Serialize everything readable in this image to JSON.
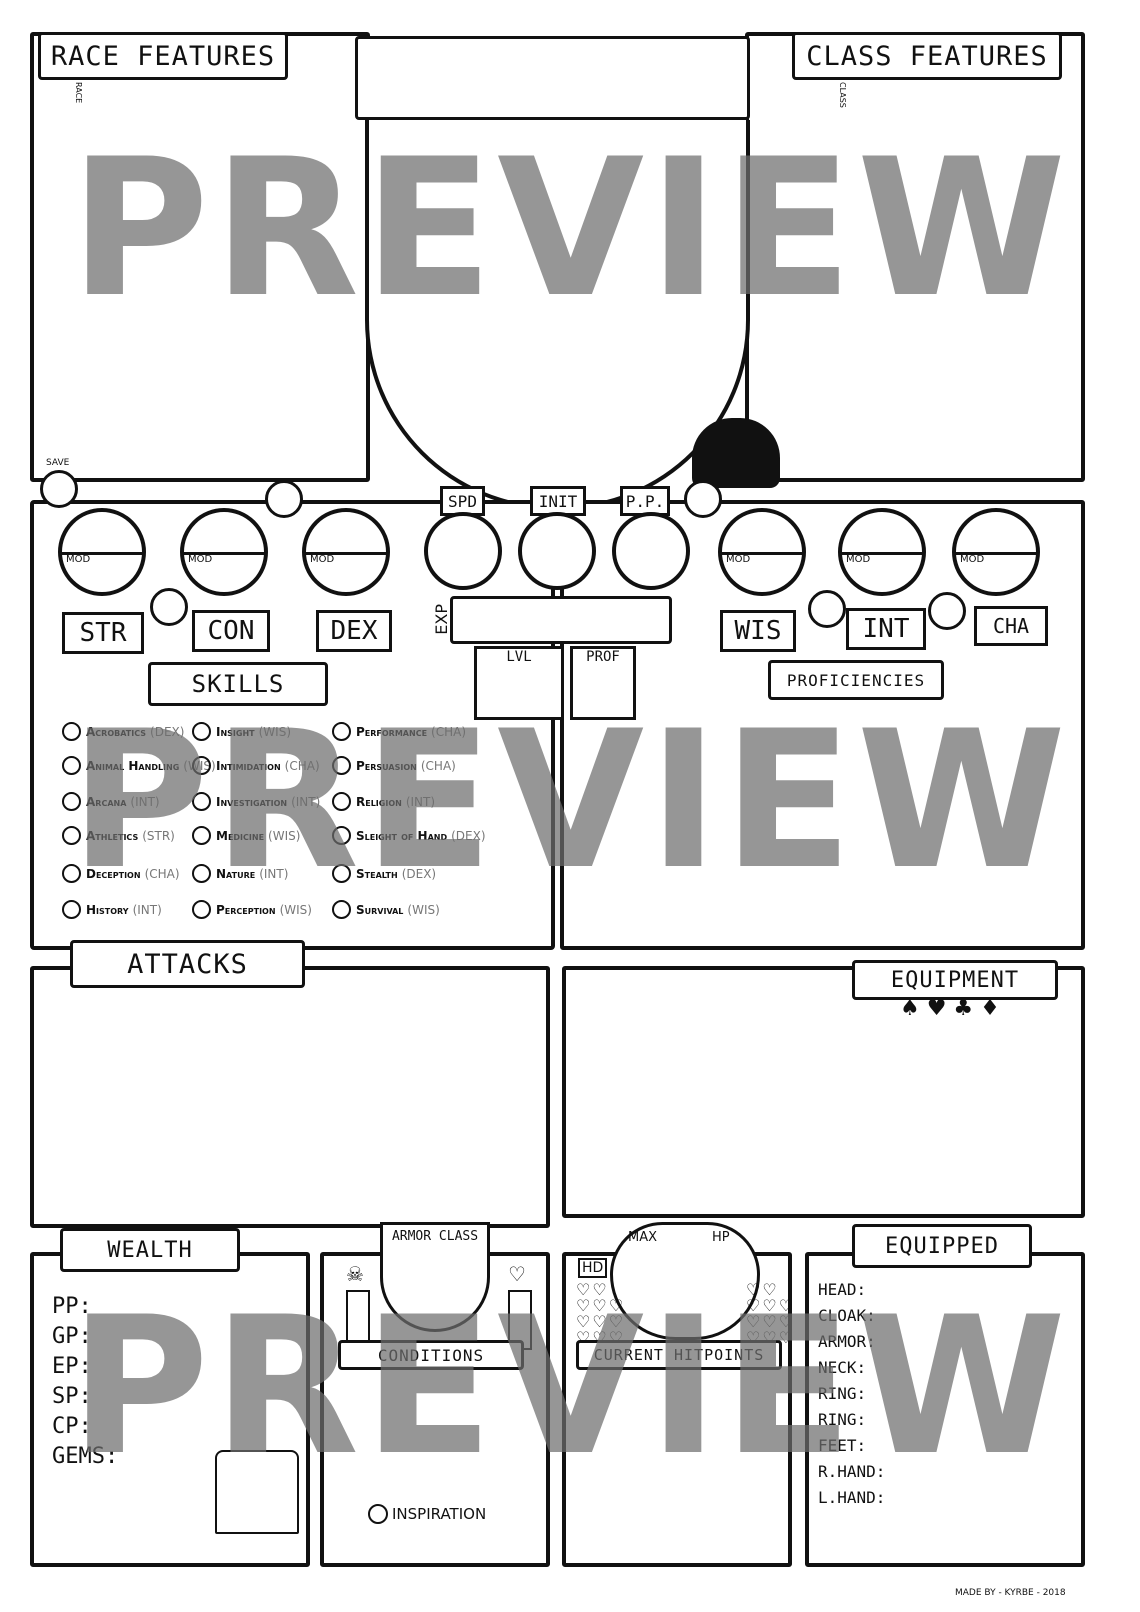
{
  "sections": {
    "race_features": "RACE FEATURES",
    "race_tag": "RACE",
    "class_features": "CLASS FEATURES",
    "class_tag": "CLASS",
    "skills": "SKILLS",
    "proficiencies": "PROFICIENCIES",
    "attacks": "ATTACKS",
    "equipment": "EQUIPMENT",
    "wealth": "WEALTH",
    "armor_class": "ARMOR CLASS",
    "conditions": "CONDITIONS",
    "max": "MAX",
    "hp": "HP",
    "hd": "HD",
    "current_hitpoints": "CURRENT HITPOINTS",
    "equipped": "EQUIPPED",
    "inspiration": "INSPIRATION"
  },
  "abilities": {
    "str": "STR",
    "con": "CON",
    "dex": "DEX",
    "wis": "WIS",
    "int": "INT",
    "cha": "CHA",
    "mod": "MOD",
    "save": "SAVE"
  },
  "stats": {
    "spd": "SPD",
    "init": "INIT",
    "pp": "P.P.",
    "exp": "EXP",
    "lvl": "LVL",
    "prof": "PROF"
  },
  "skills": [
    {
      "name": "Acrobatics",
      "ab": "(DEX)"
    },
    {
      "name": "Animal Handling",
      "ab": "(WIS)"
    },
    {
      "name": "Arcana",
      "ab": "(INT)"
    },
    {
      "name": "Athletics",
      "ab": "(STR)"
    },
    {
      "name": "Deception",
      "ab": "(CHA)"
    },
    {
      "name": "History",
      "ab": "(INT)"
    },
    {
      "name": "Insight",
      "ab": "(WIS)"
    },
    {
      "name": "Intimidation",
      "ab": "(CHA)"
    },
    {
      "name": "Investigation",
      "ab": "(INT)"
    },
    {
      "name": "Medicine",
      "ab": "(WIS)"
    },
    {
      "name": "Nature",
      "ab": "(INT)"
    },
    {
      "name": "Perception",
      "ab": "(WIS)"
    },
    {
      "name": "Performance",
      "ab": "(CHA)"
    },
    {
      "name": "Persuasion",
      "ab": "(CHA)"
    },
    {
      "name": "Religion",
      "ab": "(INT)"
    },
    {
      "name": "Sleight of Hand",
      "ab": "(DEX)"
    },
    {
      "name": "Stealth",
      "ab": "(DEX)"
    },
    {
      "name": "Survival",
      "ab": "(WIS)"
    }
  ],
  "wealth": [
    "PP:",
    "GP:",
    "EP:",
    "SP:",
    "CP:",
    "GEMS:"
  ],
  "equipped_slots": [
    "HEAD:",
    "CLOAK:",
    "ARMOR:",
    "NECK:",
    "RING:",
    "RING:",
    "FEET:",
    "R.HAND:",
    "L.HAND:"
  ],
  "watermark": "PREVIEW",
  "credit": "MADE BY - KYRBE - 2018"
}
